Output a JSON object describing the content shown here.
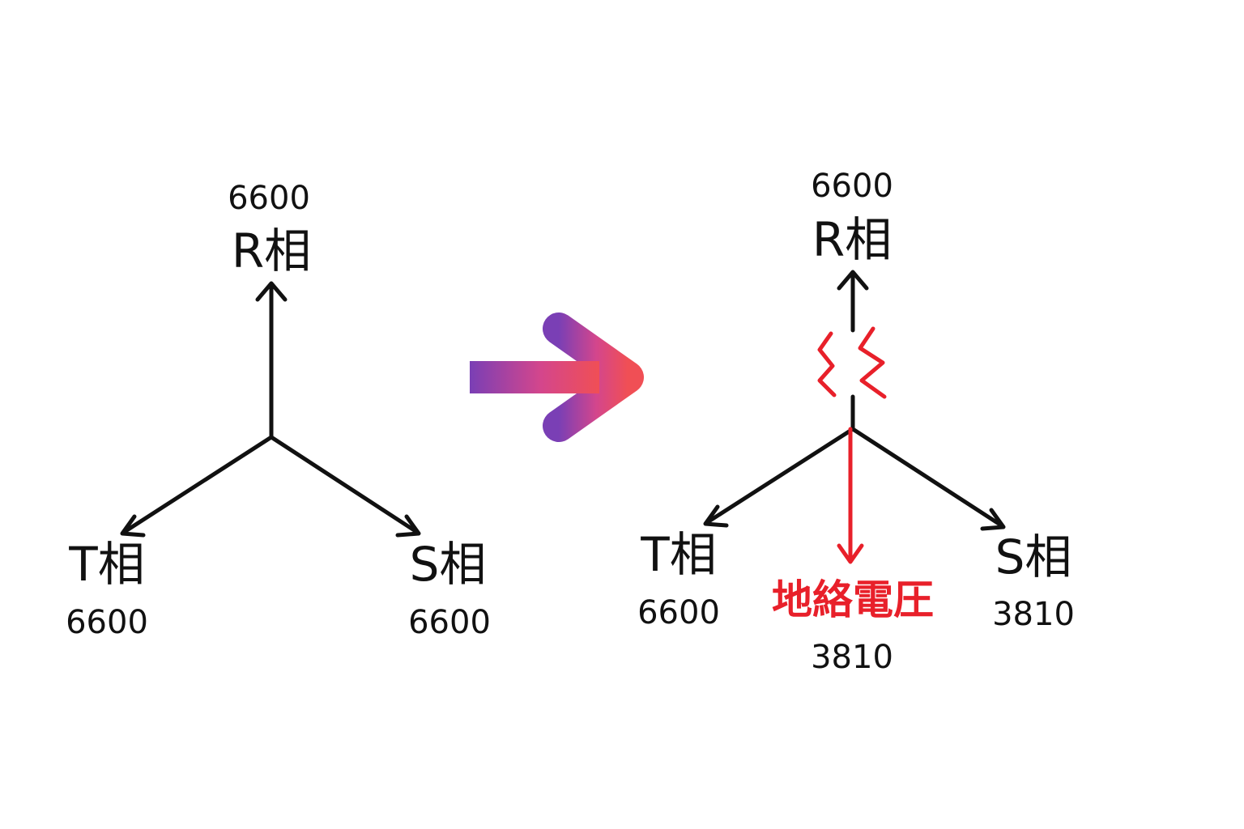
{
  "colors": {
    "line": "#111111",
    "fault": "#e8202a",
    "arrow_start": "#7a3fb5",
    "arrow_mid": "#d4468c",
    "arrow_end": "#f04f55"
  },
  "before": {
    "r_phase": {
      "label": "R相",
      "voltage": "6600"
    },
    "s_phase": {
      "label": "S相",
      "voltage": "6600"
    },
    "t_phase": {
      "label": "T相",
      "voltage": "6600"
    }
  },
  "transition_icon": "right-arrow-icon",
  "after": {
    "r_phase": {
      "label": "R相",
      "voltage": "6600"
    },
    "s_phase": {
      "label": "S相",
      "voltage": "3810"
    },
    "t_phase": {
      "label": "T相",
      "voltage": "6600"
    },
    "fault_icon": "break-zigzag-icon",
    "ground_fault": {
      "label": "地絡電圧",
      "voltage": "3810"
    }
  }
}
